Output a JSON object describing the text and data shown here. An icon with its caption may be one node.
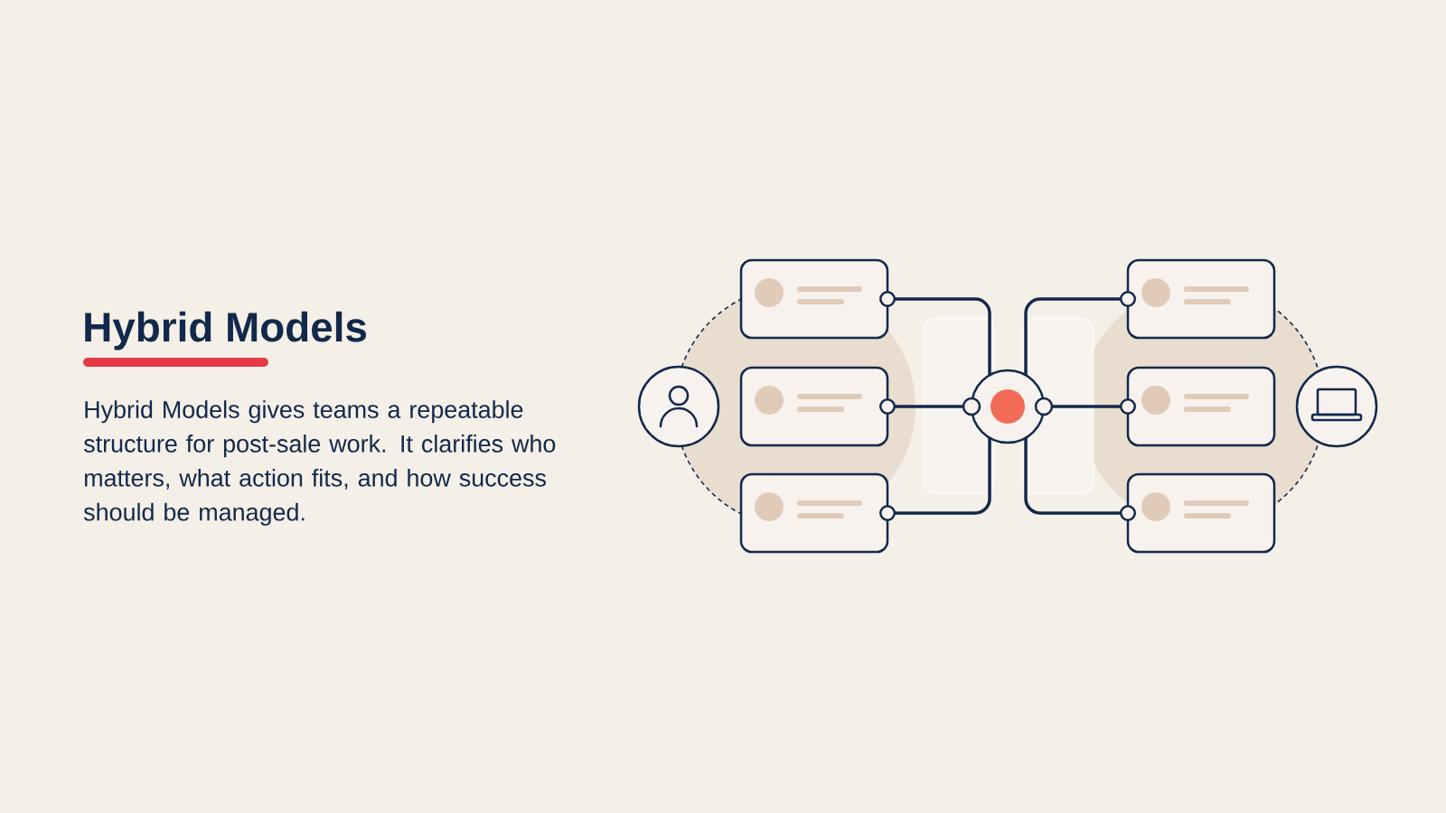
{
  "diagram": {
    "title": "Hybrid Models",
    "nodes": [
      {
        "text": [],
        "shape": "circle"
      },
      {
        "text": [],
        "shape": "box"
      },
      {
        "text": [],
        "shape": "box"
      },
      {
        "text": [],
        "shape": "box"
      },
      {
        "text": [],
        "shape": "circle"
      },
      {
        "text": [],
        "shape": "box"
      },
      {
        "text": [],
        "shape": "box"
      },
      {
        "text": [],
        "shape": "box"
      },
      {
        "text": [],
        "shape": "circle"
      }
    ],
    "edges": [
      {
        "from": 1,
        "to": 4,
        "arrow": "other"
      },
      {
        "from": 2,
        "to": 4,
        "arrow": "other"
      },
      {
        "from": 3,
        "to": 4,
        "arrow": "other"
      },
      {
        "from": 5,
        "to": 4,
        "arrow": "other"
      },
      {
        "from": 6,
        "to": 4,
        "arrow": "other"
      },
      {
        "from": 7,
        "to": 4,
        "arrow": "other"
      },
      {
        "from": 0,
        "to": 1,
        "arrow": "none",
        "style": "dashed"
      },
      {
        "from": 0,
        "to": 3,
        "arrow": "none",
        "style": "dashed"
      },
      {
        "from": 8,
        "to": 5,
        "arrow": "none",
        "style": "dashed"
      },
      {
        "from": 8,
        "to": 7,
        "arrow": "none",
        "style": "dashed"
      }
    ],
    "labels": [
      "Hybrid Models gives teams a repeatable structure for post-sale work. It clarifies who matters, what action fits, and how success should be managed."
    ]
  }
}
